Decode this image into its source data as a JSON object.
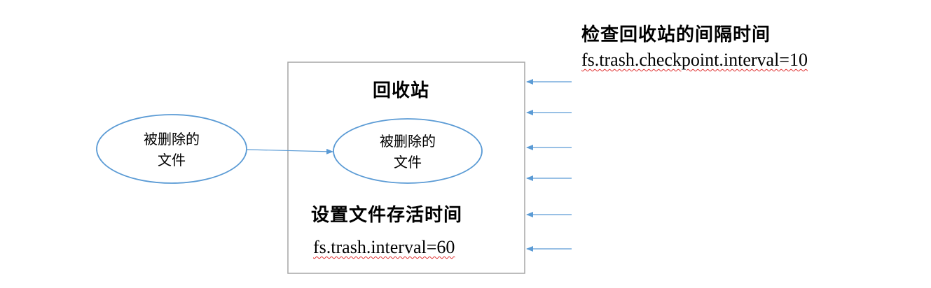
{
  "diagram": {
    "left_ellipse": {
      "line1": "被删除的",
      "line2": "文件"
    },
    "recycle_bin": {
      "title": "回收站",
      "inner_ellipse": {
        "line1": "被删除的",
        "line2": "文件"
      },
      "retention_heading": "设置文件存活时间",
      "retention_setting": "fs.trash.interval=60"
    },
    "checkpoint_heading": "检查回收站的间隔时间",
    "checkpoint_setting": "fs.trash.checkpoint.interval=10"
  },
  "colors": {
    "ellipse_stroke": "#5b9bd5",
    "arrow": "#5b9bd5",
    "box_stroke": "#a6a6a6",
    "spellcheck_underline": "#e03030"
  }
}
